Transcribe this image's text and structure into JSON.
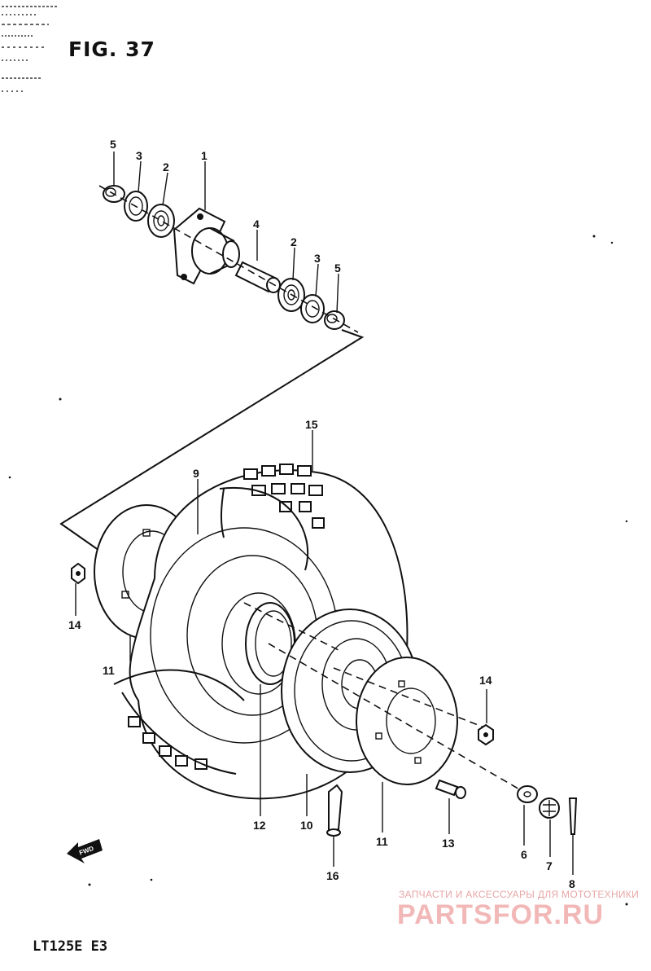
{
  "figure": {
    "title": "FIG. 37",
    "model": "LT125E  E3"
  },
  "watermark": {
    "tagline": "ЗАПЧАСТИ И АКСЕССУАРЫ ДЛЯ МОТОТЕХНИКИ",
    "brand": "PARTSFOR.RU"
  },
  "fwd_label": "FWD",
  "callouts": [
    {
      "id": "c5a",
      "label": "5"
    },
    {
      "id": "c3a",
      "label": "3"
    },
    {
      "id": "c2a",
      "label": "2"
    },
    {
      "id": "c1",
      "label": "1"
    },
    {
      "id": "c4",
      "label": "4"
    },
    {
      "id": "c2b",
      "label": "2"
    },
    {
      "id": "c3b",
      "label": "3"
    },
    {
      "id": "c5b",
      "label": "5"
    },
    {
      "id": "c15",
      "label": "15"
    },
    {
      "id": "c9",
      "label": "9"
    },
    {
      "id": "c14a",
      "label": "14"
    },
    {
      "id": "c11a",
      "label": "11"
    },
    {
      "id": "c14b",
      "label": "14"
    },
    {
      "id": "c12",
      "label": "12"
    },
    {
      "id": "c10",
      "label": "10"
    },
    {
      "id": "c11b",
      "label": "11"
    },
    {
      "id": "c13",
      "label": "13"
    },
    {
      "id": "c6",
      "label": "6"
    },
    {
      "id": "c7",
      "label": "7"
    },
    {
      "id": "c8",
      "label": "8"
    },
    {
      "id": "c16",
      "label": "16"
    }
  ]
}
